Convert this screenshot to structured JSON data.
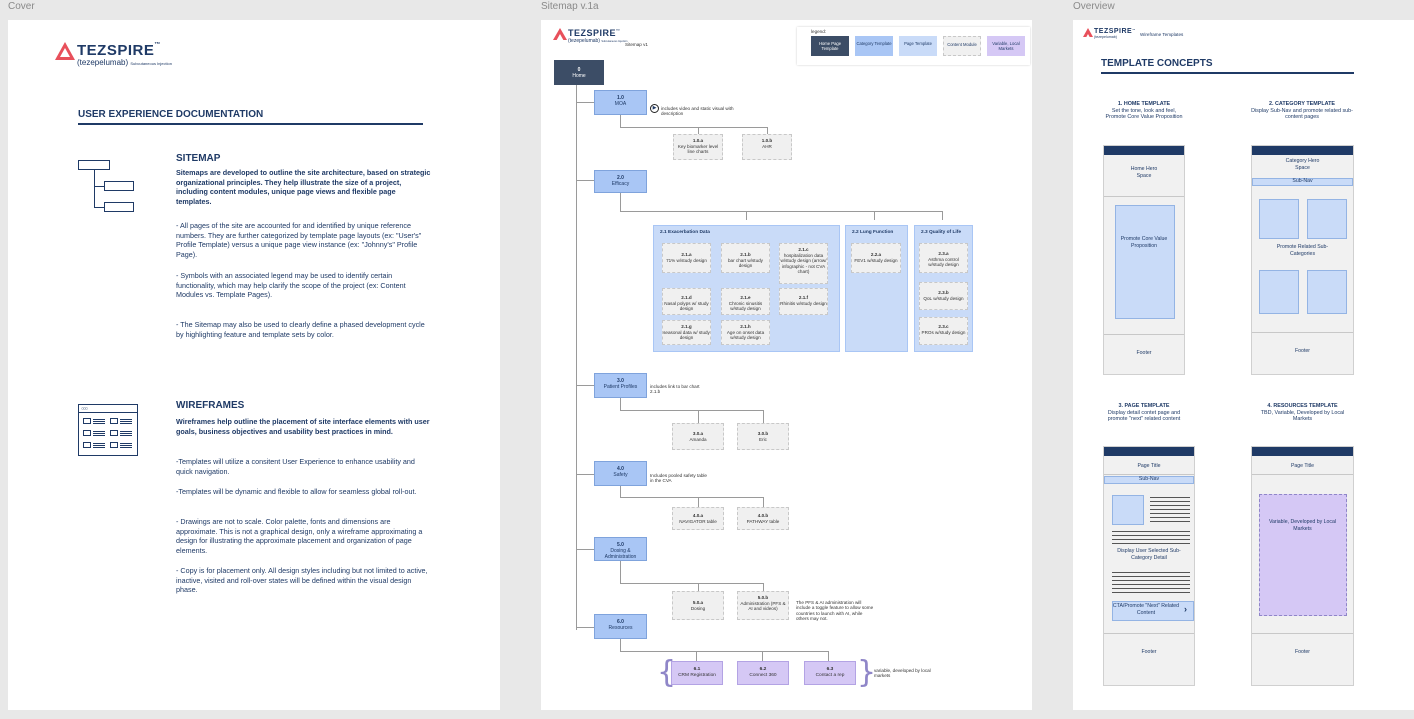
{
  "frames": {
    "cover_label": "Cover",
    "sitemap_label": "Sitemap v.1a",
    "overview_label": "Overview"
  },
  "logo": {
    "brand": "TEZSPIRE",
    "tm": "™",
    "generic": "(tezepelumab)",
    "generic_suffix": "Subcutaneous Injection"
  },
  "cover": {
    "heading": "USER EXPERIENCE DOCUMENTATION",
    "sitemap_title": "SITEMAP",
    "sitemap_intro": "Sitemaps are developed to outline the site architecture, based on strategic organizational principles. They help illustrate the size of a project, including content modules, unique page views and flexible page templates.",
    "sitemap_p1": "- All pages of the site are accounted for and identified by unique reference numbers. They are further categorized by template page layouts (ex: \"User's\" Profile Template) versus a unique page view instance (ex: \"Johnny's\" Profile Page).",
    "sitemap_p2": "- Symbols with an associated legend may be used to identify certain functionality, which may help clarify the scope of the project (ex: Content Modules vs. Template Pages).",
    "sitemap_p3": "- The Sitemap may also be used to clearly define a phased development cycle by highlighting feature and template sets by color.",
    "wire_title": "WIREFRAMES",
    "wire_intro": "Wireframes help outline the placement of site interface elements with user goals, business objectives and usability best practices in mind.",
    "wire_p1": "-Templates will utilize a consitent User Experience to enhance usability and quick navigation.",
    "wire_p2": "-Templates will be dynamic and flexible to allow for seamless global roll-out.",
    "wire_p3": "- Drawings are not to scale. Color palette, fonts and dimensions are approximate. This is not a graphical design, only a wireframe approximating a design for illustrating the approximate placement and organization of page elements.",
    "wire_p4": "- Copy is for placement only. All design styles including but not limited to active, inactive, visited and roll-over states will be defined within the visual design phase."
  },
  "sitemap": {
    "version": "Sitemap v1",
    "legend_label": "legend:",
    "legend": [
      "Home Page Template",
      "Category Template",
      "Page Template",
      "Content Module",
      "Variable, Local Markets"
    ],
    "home": {
      "num": "0",
      "label": "Home"
    },
    "moa": {
      "num": "1.0",
      "label": "MOA",
      "note": "includes video and static visual with description"
    },
    "moa_a": {
      "num": "1.0.a",
      "label": "Key biomarker level line charts"
    },
    "moa_b": {
      "num": "1.0.b",
      "label": "AHR"
    },
    "eff": {
      "num": "2.0",
      "label": "Efficacy"
    },
    "exac_title": "2.1 Exacerbation Data",
    "lung_title": "2.2 Lung Function",
    "qol_title": "2.3 Quality of Life",
    "e21a": {
      "num": "2.1.a",
      "label": "71% w/study design"
    },
    "e21b": {
      "num": "2.1.b",
      "label": "bar chart w/study design"
    },
    "e21c": {
      "num": "2.1.c",
      "label": "hospitalization data w/study design (arrow/ infographic - not CVA chart)"
    },
    "e21d": {
      "num": "2.1.d",
      "label": "Nasal polyps w/ study design"
    },
    "e21e": {
      "num": "2.1.e",
      "label": "Chronic sinusitis w/study design"
    },
    "e21f": {
      "num": "2.1.f",
      "label": "Rhinitis w/study design"
    },
    "e21g": {
      "num": "2.1.g",
      "label": "seasonal data w/ study design"
    },
    "e21h": {
      "num": "2.1.h",
      "label": "Age on onset data w/study design"
    },
    "e22a": {
      "num": "2.2.a",
      "label": "FEV1 w/study design"
    },
    "e23a": {
      "num": "2.3.a",
      "label": "Asthma control w/study design"
    },
    "e23b": {
      "num": "2.3.b",
      "label": "QoL w/study design"
    },
    "e23c": {
      "num": "2.3.c",
      "label": "PROs w/study design"
    },
    "pp": {
      "num": "3.0",
      "label": "Patient Profiles",
      "note": "includes link to bar chart 2.1.b"
    },
    "pp_a": {
      "num": "3.0.a",
      "label": "Amanda"
    },
    "pp_b": {
      "num": "3.0.b",
      "label": "Eric"
    },
    "saf": {
      "num": "4.0",
      "label": "Safety",
      "note": "Includes pooled safety table in the CVA"
    },
    "saf_a": {
      "num": "4.0.a",
      "label": "NAVIGATOR table"
    },
    "saf_b": {
      "num": "4.0.b",
      "label": "PATHWAY table"
    },
    "dos": {
      "num": "5.0",
      "label": "Dosing & Administration"
    },
    "dos_a": {
      "num": "5.0.a",
      "label": "Dosing"
    },
    "dos_b": {
      "num": "5.0.b",
      "label": "Administration (PFS & AI and videos)",
      "note": "The PFS & AI administration will include a toggle feature to allow some countries to launch with AI, while others may not."
    },
    "res": {
      "num": "6.0",
      "label": "Resources"
    },
    "r61": {
      "num": "6.1",
      "label": "CRM Registration"
    },
    "r62": {
      "num": "6.2",
      "label": "Connect 360"
    },
    "r63": {
      "num": "6.3",
      "label": "Contact a rep"
    },
    "res_note": "variable, developed by local markets"
  },
  "overview": {
    "subtitle": "Wireframe Templates",
    "title": "TEMPLATE CONCEPTS",
    "t1_title": "1. HOME TEMPLATE",
    "t1_desc": "Set the tone, look and feel, Promote Core Value Proposition",
    "t1_hero": "Home Hero Space",
    "t1_promo": "Promote Core Value Proposition",
    "t2_title": "2. CATEGORY TEMPLATE",
    "t2_desc": "Display Sub-Nav and promote related sub-content pages",
    "t2_hero": "Category Hero Space",
    "t2_subnav": "Sub-Nav",
    "t2_promo": "Promote Related Sub-Categories",
    "t3_title": "3. PAGE TEMPLATE",
    "t3_desc": "Display detail contet page and promote \"next\" related content",
    "t3_page_title": "Page Title",
    "t3_subnav": "Sub-Nav",
    "t3_display": "Display User Selected Sub-Category Detail",
    "t3_cta": "CTA/Promote \"Next\" Related Content",
    "t4_title": "4. RESOURCES TEMPLATE",
    "t4_desc": "TBD, Variable, Developed by Local Markets",
    "t4_page_title": "Page Title",
    "t4_variable": "Variable, Developed by Local Markets",
    "footer": "Footer"
  }
}
